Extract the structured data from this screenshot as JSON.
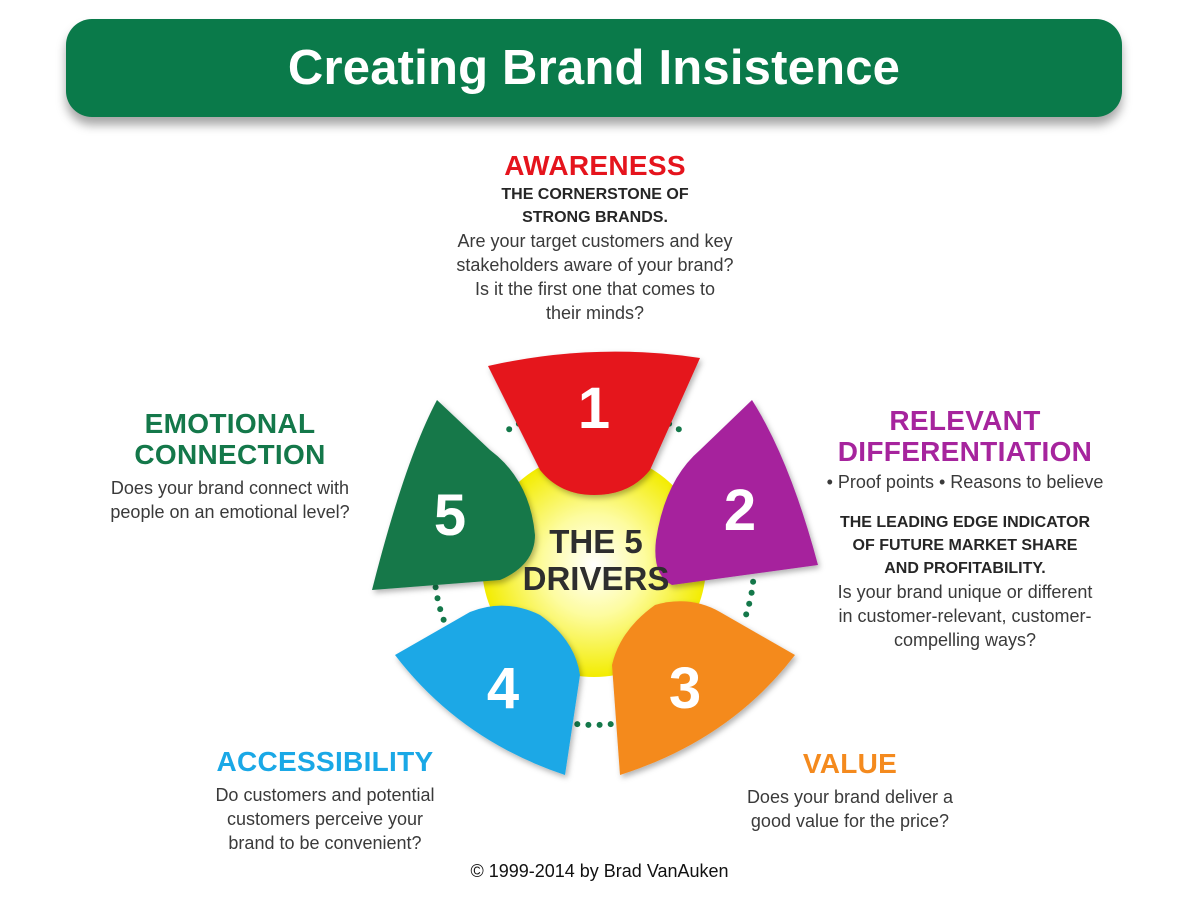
{
  "title": "Creating Brand Insistence",
  "center_label": [
    "THE 5",
    "DRIVERS"
  ],
  "drivers": [
    {
      "number": "1",
      "heading": [
        "AWARENESS"
      ],
      "color": "#e5141d",
      "subtitle": [
        "THE CORNERSTONE OF",
        "STRONG BRANDS."
      ],
      "body": [
        "Are your target customers and key",
        "stakeholders aware of your brand?",
        "Is it the first one that comes to",
        "their minds?"
      ]
    },
    {
      "number": "2",
      "heading": [
        "RELEVANT",
        "DIFFERENTIATION"
      ],
      "color": "#a6249d",
      "bullets": "• Proof points  • Reasons to believe",
      "subtitle": [
        "THE LEADING EDGE INDICATOR",
        "OF FUTURE MARKET SHARE",
        "AND PROFITABILITY."
      ],
      "body": [
        "Is your brand unique or different",
        "in customer-relevant, customer-",
        "compelling ways?"
      ]
    },
    {
      "number": "3",
      "heading": [
        "VALUE"
      ],
      "color": "#f48a1e",
      "body": [
        "Does your brand deliver a",
        "good value for the price?"
      ]
    },
    {
      "number": "4",
      "heading": [
        "ACCESSIBILITY"
      ],
      "color": "#1aa8e6",
      "body": [
        "Do customers and potential",
        "customers perceive your",
        "brand to be convenient?"
      ]
    },
    {
      "number": "5",
      "heading": [
        "EMOTIONAL",
        "CONNECTION"
      ],
      "color": "#14784a",
      "body": [
        "Does your brand connect with",
        "people on an emotional level?"
      ]
    }
  ],
  "colors": {
    "banner": "#0a7a4a",
    "dots": "#14784a",
    "center_glow": "#f6f000"
  },
  "copyright": "© 1999-2014 by Brad VanAuken"
}
